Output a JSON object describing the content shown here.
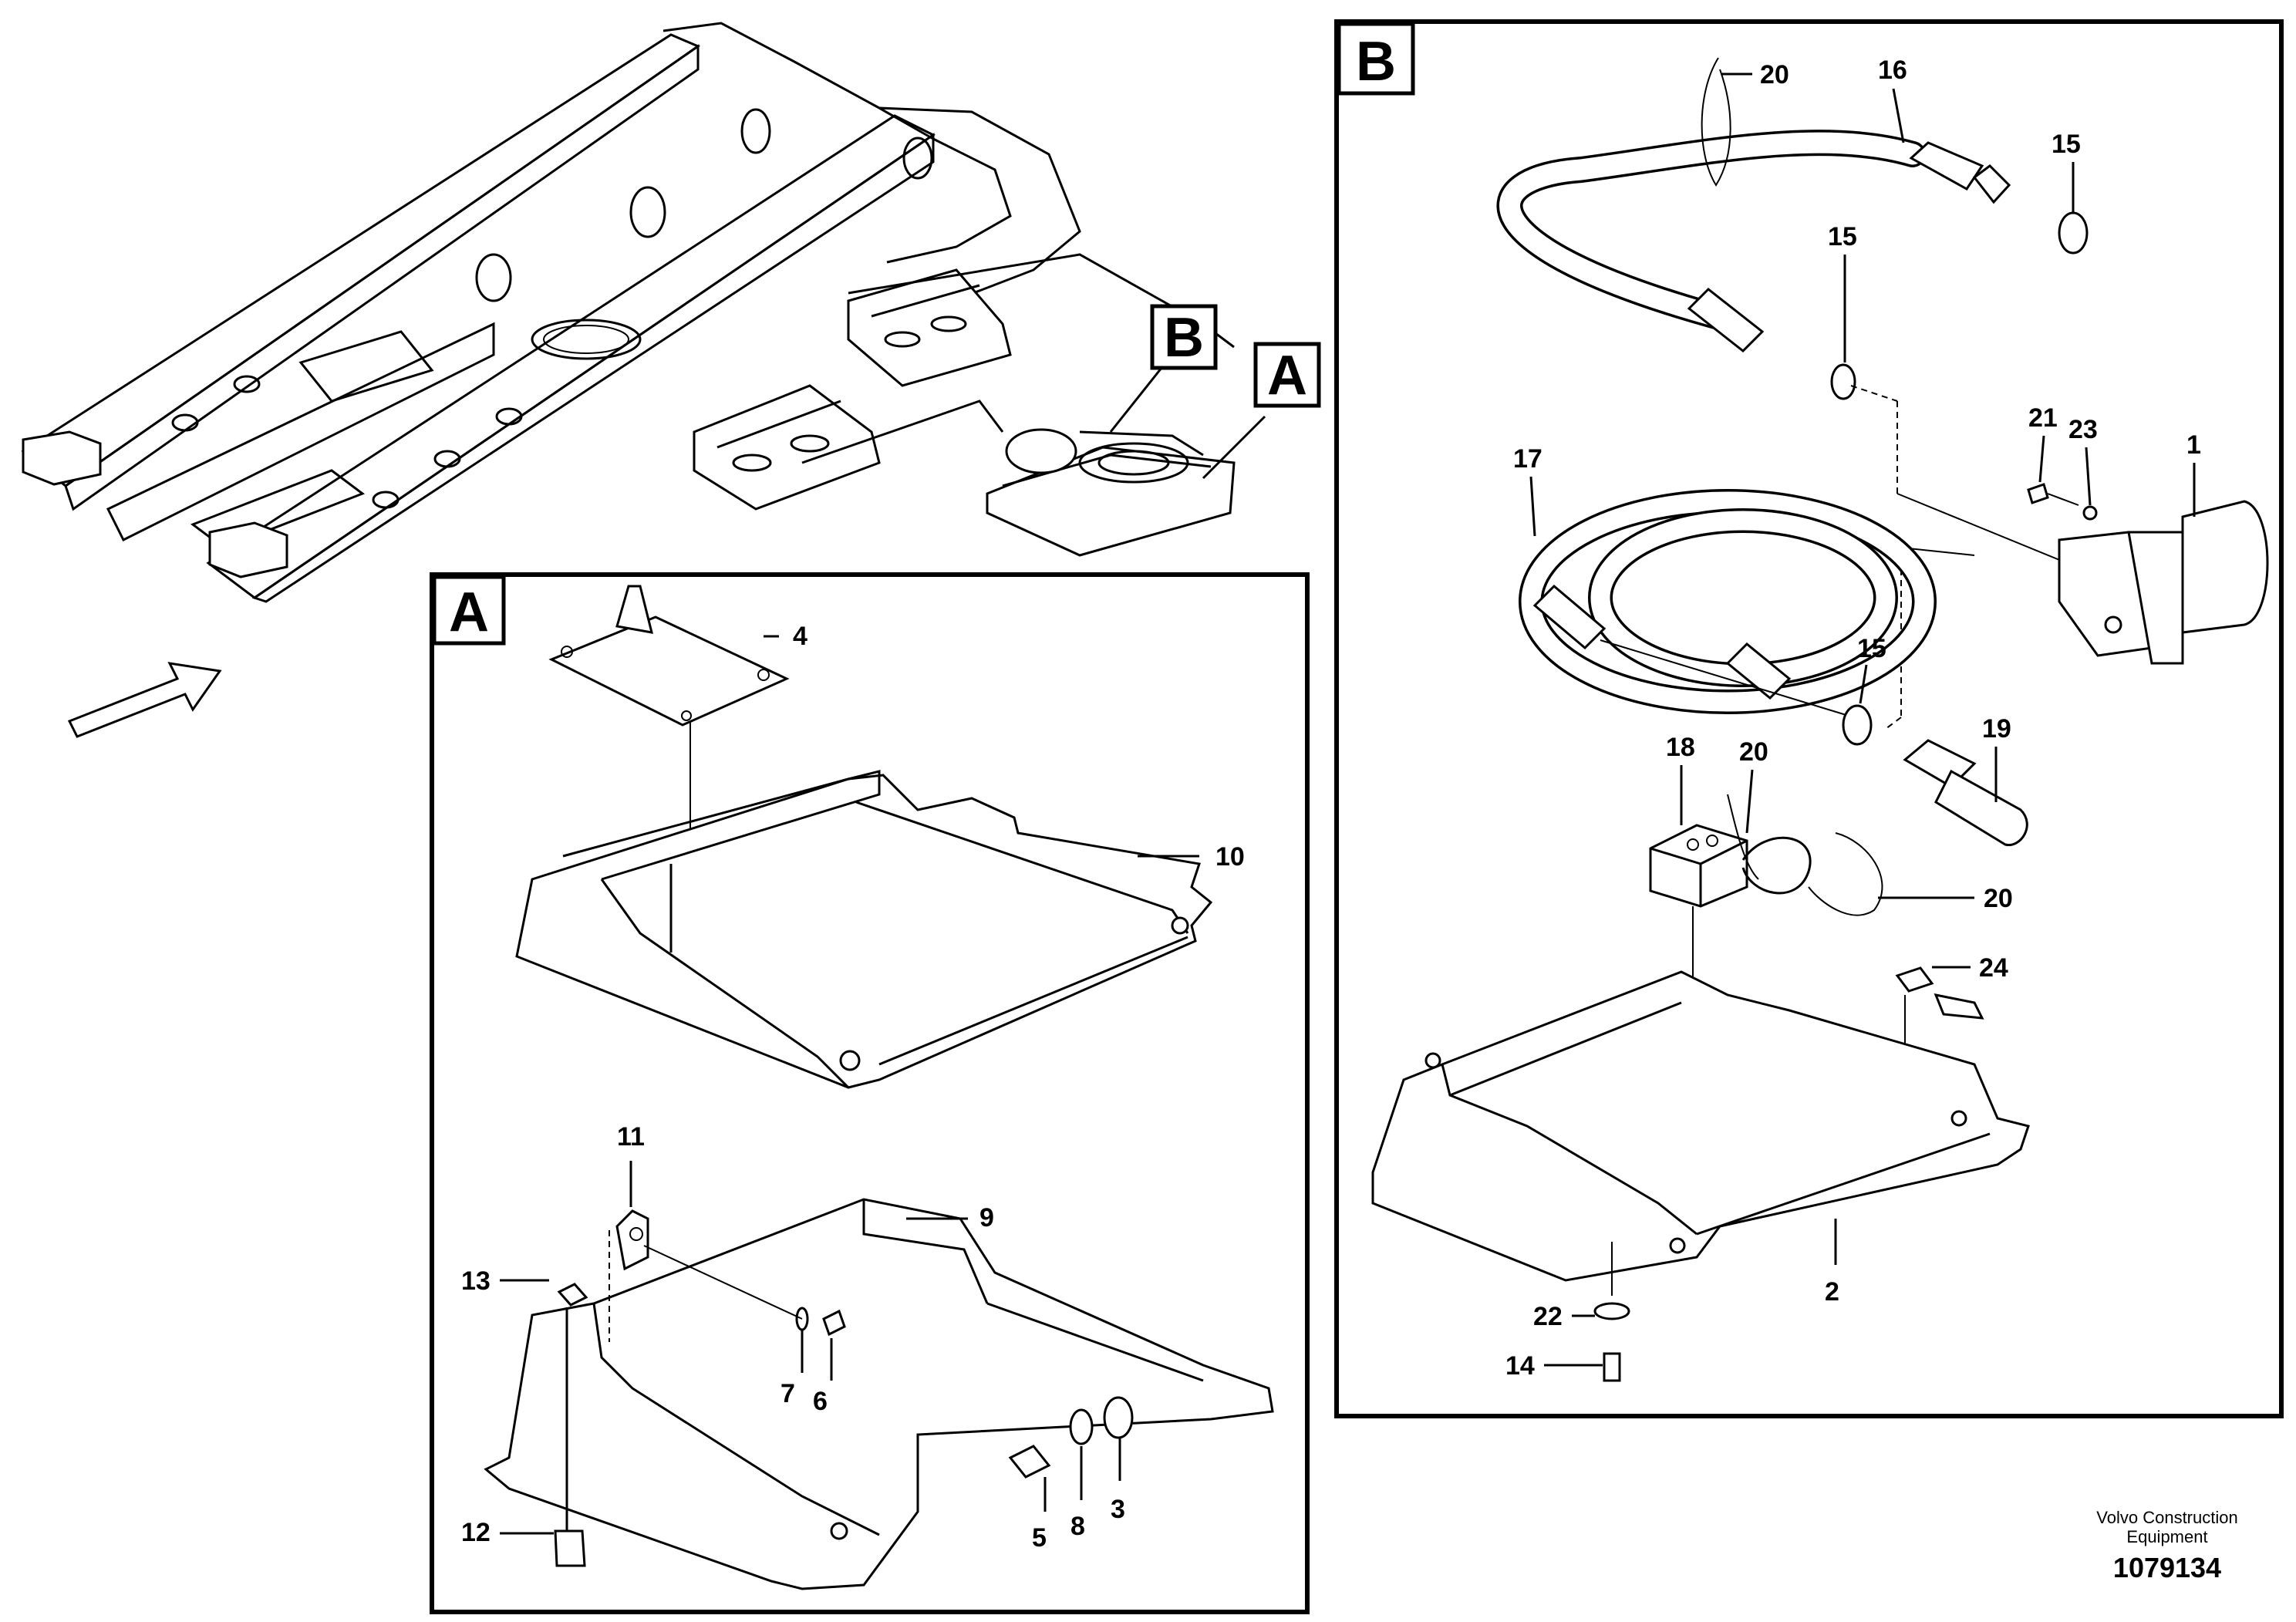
{
  "callouts": {
    "detail_a": "A",
    "detail_b": "B"
  },
  "frames": {
    "a_tag": "A",
    "b_tag": "B"
  },
  "parts_a": {
    "p4": "4",
    "p10": "10",
    "p11": "11",
    "p9": "9",
    "p13": "13",
    "p7": "7",
    "p6": "6",
    "p12": "12",
    "p5": "5",
    "p8": "8",
    "p3": "3"
  },
  "parts_b": {
    "p20_top": "20",
    "p16": "16",
    "p15_top": "15",
    "p15_mid": "15",
    "p21": "21",
    "p23": "23",
    "p1": "1",
    "p17": "17",
    "p15_low": "15",
    "p19": "19",
    "p18": "18",
    "p20_mid": "20",
    "p20_right": "20",
    "p24": "24",
    "p22": "22",
    "p14": "14",
    "p2": "2"
  },
  "footer": {
    "brand_line1": "Volvo Construction",
    "brand_line2": "Equipment",
    "ref_number": "1079134"
  }
}
